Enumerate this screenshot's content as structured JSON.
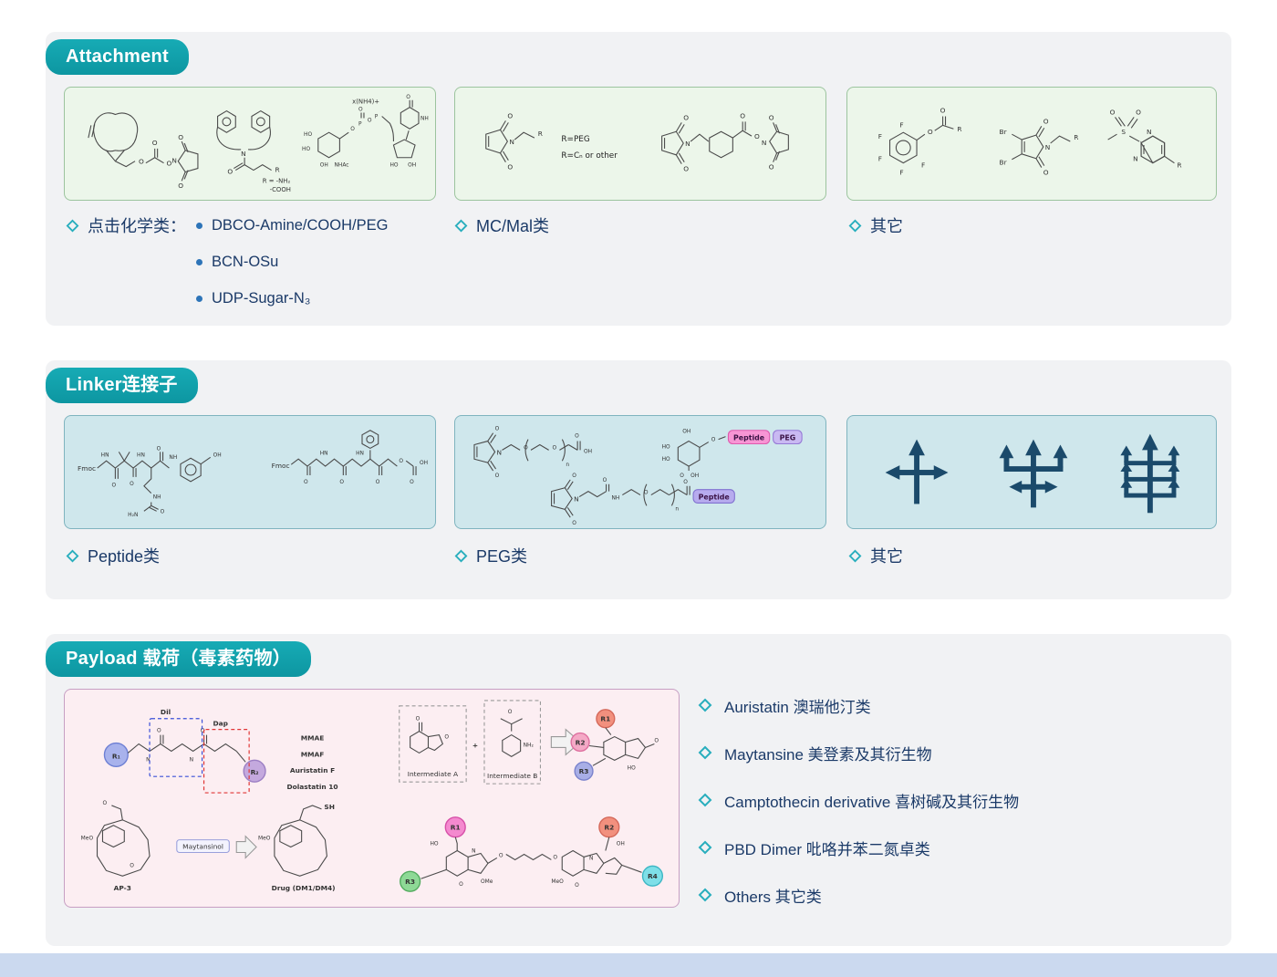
{
  "colors": {
    "accent_teal": "#0fa0aa",
    "navy_text": "#1b3a68",
    "drug_blue": "#2b35cc",
    "alert_red": "#e03636",
    "branch_navy": "#1b4a6b",
    "panel_green": "#ecf6ea",
    "panel_blue": "#cfe7ec",
    "panel_pink": "#fceef2",
    "footer_band": "#cbd9ef"
  },
  "glyphs": {
    "O": "O",
    "N": "N",
    "S": "S",
    "P": "P",
    "F": "F",
    "R": "R",
    "n": "n",
    "Br": "Br",
    "HO": "HO",
    "OH": "OH",
    "NH": "NH",
    "HN": "HN",
    "SH": "SH",
    "NH2": "NH₂",
    "H2N": "H₂N",
    "MeO": "MeO",
    "OMe": "OMe",
    "NHAc": "NHAc",
    "Fmoc": "Fmoc",
    "plus": "+"
  },
  "attachment": {
    "badge": "Attachment",
    "click_label": "点击化学类：",
    "click_items": [
      "DBCO-Amine/COOH/PEG",
      "BCN-OSu",
      "UDP-Sugar-N₃"
    ],
    "mc_label": "MC/Mal类",
    "other_label": "其它",
    "dbco_r_line1": "R = -NH₂",
    "dbco_r_line2": "-COOH",
    "udp_salt": "x(NH4)+",
    "mal_r1": "R=PEG",
    "mal_r2": "R=Cₙ or other"
  },
  "linker": {
    "badge": "Linker连接子",
    "peptide_label": "Peptide类",
    "peg_label": "PEG类",
    "other_label": "其它",
    "tag_peptide": "Peptide",
    "tag_peg": "PEG"
  },
  "payload": {
    "badge": "Payload 载荷（毒素药物）",
    "dil": "Dil",
    "dap": "Dap",
    "r1_sub": "R₁",
    "r2_sub": "R₂",
    "drugs": [
      "MMAE",
      "MMAF",
      "Auristatin F",
      "Dolastatin 10"
    ],
    "intermediate_a": "Intermediate A",
    "intermediate_b": "Intermediate B",
    "ap3": "AP-3",
    "maytansinol": "Maytansinol",
    "drug_dm": "Drug (DM1/DM4)",
    "markers": {
      "R1": "R1",
      "R2": "R2",
      "R3": "R3",
      "R4": "R4"
    },
    "list": [
      "Auristatin 澳瑞他汀类",
      "Maytansine 美登素及其衍生物",
      "Camptothecin derivative 喜树碱及其衍生物",
      "PBD Dimer 吡咯并苯二氮卓类",
      "Others 其它类"
    ]
  }
}
